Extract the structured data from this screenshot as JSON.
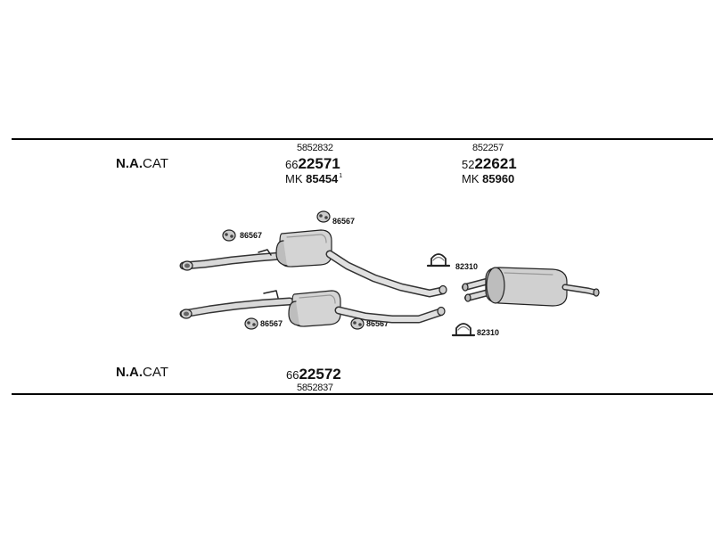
{
  "variants": [
    {
      "engine_prefix": "N.A.",
      "engine_suffix": "CAT"
    },
    {
      "engine_prefix": "N.A.",
      "engine_suffix": "CAT"
    }
  ],
  "parts": {
    "front_muffler_1": {
      "ref": "5852832",
      "code_prefix": "66",
      "code_main": "22571",
      "mk_prefix": "MK",
      "mk_code": "85454",
      "mk_note": "1"
    },
    "rear_muffler": {
      "ref": "852257",
      "code_prefix": "52",
      "code_main": "22621",
      "mk_prefix": "MK",
      "mk_code": "85960"
    },
    "front_muffler_2": {
      "code_prefix": "66",
      "code_main": "22572",
      "ref": "5852837"
    }
  },
  "fittings": {
    "hanger_top": "86567",
    "hanger_left": "86567",
    "hanger_bottom_left": "86567",
    "hanger_bottom_right": "86567",
    "clamp_top": "82310",
    "clamp_bottom": "82310"
  }
}
